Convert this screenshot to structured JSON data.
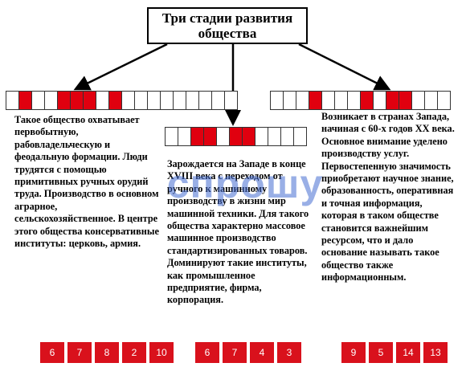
{
  "title": "Три стадии развития общества",
  "colors": {
    "accent": "#e0000f",
    "badge": "#d9111c",
    "watermark": "#466ed2"
  },
  "watermark": "спрошу",
  "columns": [
    {
      "text": "Такое общество охватывает первобытную, рабовладельческую и феодальную формации. Люди трудятся с помощью примитивных ручных орудий труда. Производство в основном аграрное, сельскохозяйственное. В центре этого общества консервативные институты: церковь, армия.",
      "cells": [
        0,
        1,
        0,
        0,
        1,
        1,
        1,
        0,
        1,
        0,
        0,
        0,
        0,
        0,
        0,
        0,
        0,
        0
      ],
      "badges": [
        "6",
        "7",
        "8",
        "2",
        "10"
      ]
    },
    {
      "text": "Зарождается на Западе в конце XVIII века с переходом от ручного к машинному производству в жизни мир машинной техники. Для такого общества характерно массовое машинное производство стандартизированных товаров. Доминируют такие институты, как промышленное предприятие, фирма, корпорация.",
      "cells": [
        0,
        0,
        1,
        1,
        0,
        1,
        1,
        0,
        0,
        0,
        0
      ],
      "badges": [
        "6",
        "7",
        "4",
        "3"
      ]
    },
    {
      "text": "Возникает в странах Запада, начиная с 60-х годов XX века. Основное внимание уделено производству услуг. Первостепенную значимость приобретают научное знание, образованность, оперативная и точная информация, которая в таком обществе становится важнейшим ресурсом, что и дало основание называть такое общество также информационным.",
      "cells": [
        0,
        0,
        0,
        1,
        0,
        0,
        0,
        1,
        0,
        1,
        1,
        0,
        0,
        0
      ],
      "badges": [
        "9",
        "5",
        "14",
        "13"
      ]
    }
  ]
}
